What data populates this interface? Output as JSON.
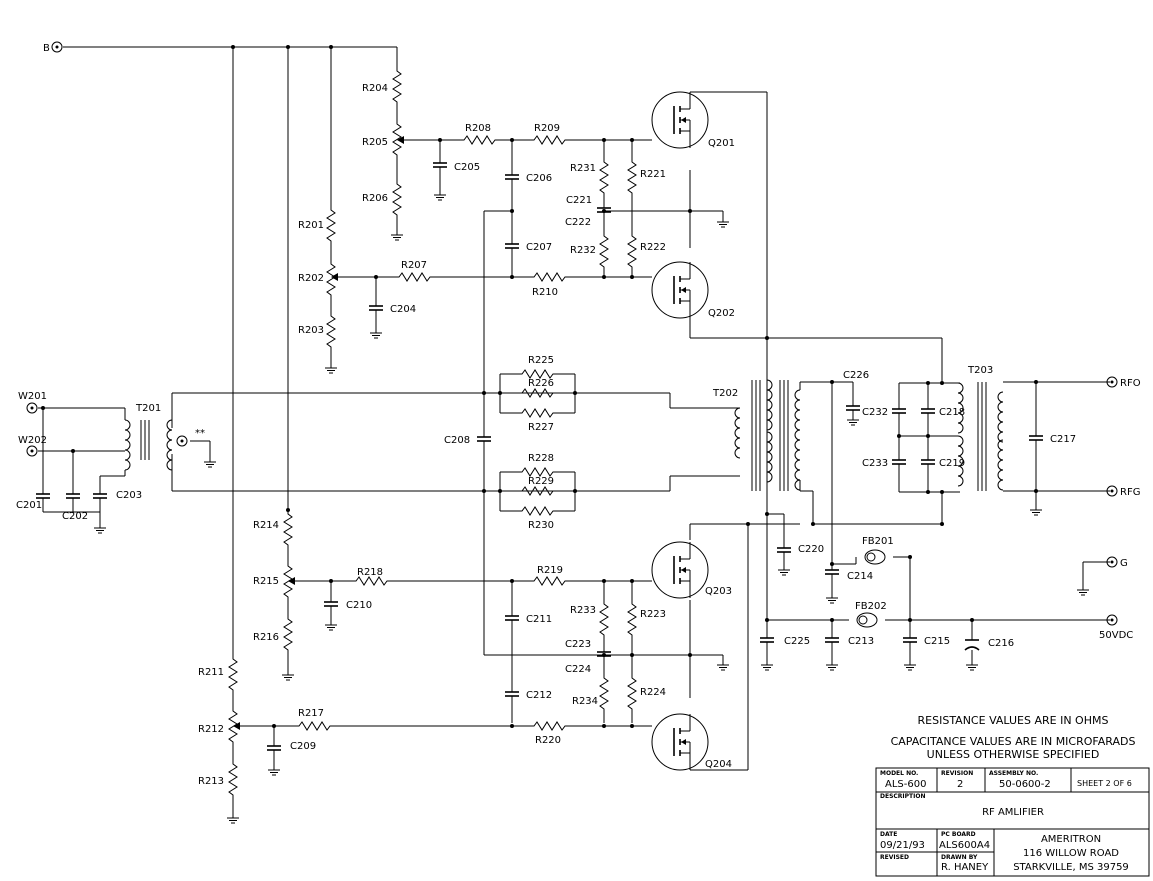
{
  "terminals": {
    "b": "B",
    "w201": "W201",
    "w202": "W202",
    "rfo": "RFO",
    "rfg": "RFG",
    "g": "G",
    "v50": "50VDC",
    "nc": "**"
  },
  "components": {
    "r201": "R201",
    "r202": "R202",
    "r203": "R203",
    "r204": "R204",
    "r205": "R205",
    "r206": "R206",
    "r207": "R207",
    "r208": "R208",
    "r209": "R209",
    "r210": "R210",
    "r211": "R211",
    "r212": "R212",
    "r213": "R213",
    "r214": "R214",
    "r215": "R215",
    "r216": "R216",
    "r217": "R217",
    "r218": "R218",
    "r219": "R219",
    "r220": "R220",
    "r221": "R221",
    "r222": "R222",
    "r223": "R223",
    "r224": "R224",
    "r225": "R225",
    "r226": "R226",
    "r227": "R227",
    "r228": "R228",
    "r229": "R229",
    "r230": "R230",
    "r231": "R231",
    "r232": "R232",
    "r233": "R233",
    "r234": "R234",
    "c201": "C201",
    "c202": "C202",
    "c203": "C203",
    "c204": "C204",
    "c205": "C205",
    "c206": "C206",
    "c207": "C207",
    "c208": "C208",
    "c209": "C209",
    "c210": "C210",
    "c211": "C211",
    "c212": "C212",
    "c213": "C213",
    "c214": "C214",
    "c215": "C215",
    "c216": "C216",
    "c217": "C217",
    "c218": "C218",
    "c219": "C219",
    "c220": "C220",
    "c221": "C221",
    "c222": "C222",
    "c223": "C223",
    "c224": "C224",
    "c225": "C225",
    "c226": "C226",
    "c232": "C232",
    "c233": "C233",
    "t201": "T201",
    "t202": "T202",
    "t203": "T203",
    "q201": "Q201",
    "q202": "Q202",
    "q203": "Q203",
    "q204": "Q204",
    "fb201": "FB201",
    "fb202": "FB202"
  },
  "notes": {
    "line1": "RESISTANCE VALUES ARE IN OHMS",
    "line2": "CAPACITANCE VALUES ARE IN MICROFARADS",
    "line3": "UNLESS OTHERWISE SPECIFIED"
  },
  "title_block": {
    "model_label": "MODEL NO.",
    "model": "ALS-600",
    "revision_label": "REVISION",
    "revision": "2",
    "assembly_label": "ASSEMBLY NO.",
    "assembly": "50-0600-2",
    "sheet": "SHEET 2 OF 6",
    "description_label": "DESCRIPTION",
    "description": "RF AMLIFIER",
    "date_label": "DATE",
    "date": "09/21/93",
    "pcboard_label": "PC BOARD",
    "pcboard": "ALS600A4",
    "revised_label": "REVISED",
    "drawn_label": "DRAWN BY",
    "drawn": "R. HANEY",
    "company": "AMERITRON",
    "address": "116 WILLOW ROAD",
    "city": "STARKVILLE, MS  39759"
  }
}
